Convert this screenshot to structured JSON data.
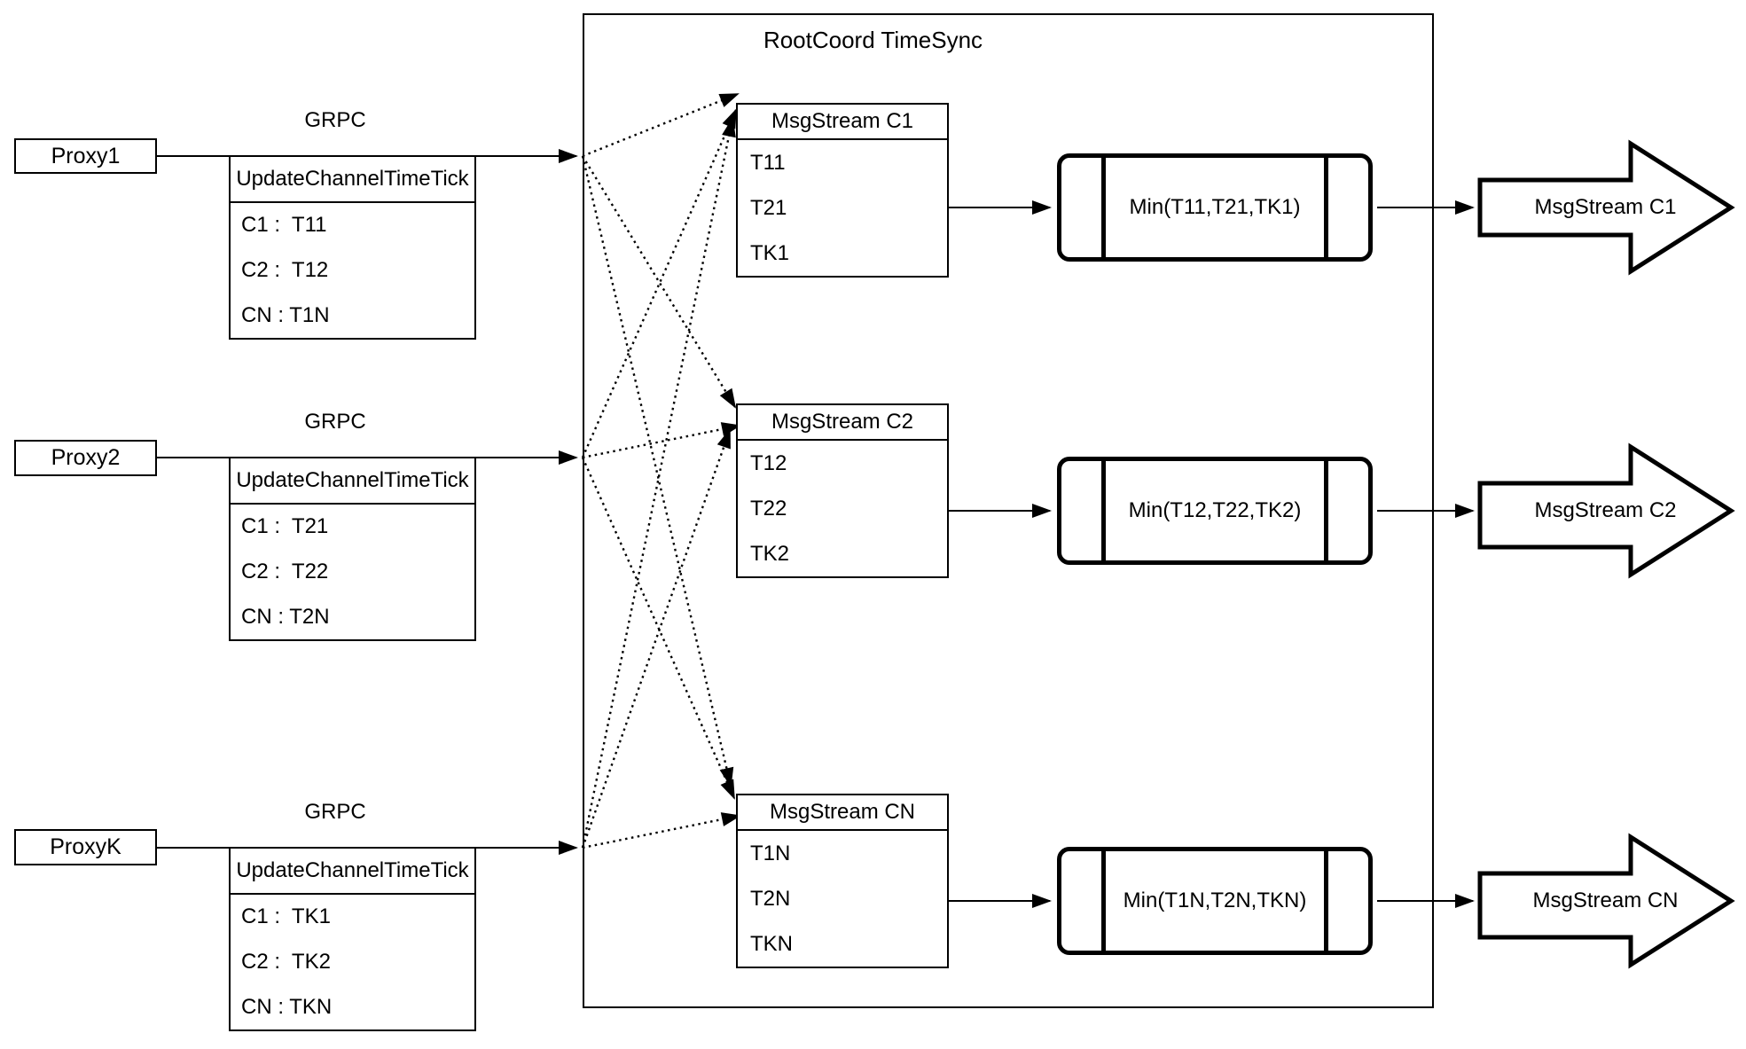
{
  "diagram": {
    "container_title": "RootCoord TimeSync",
    "colors": {
      "background": "#ffffff",
      "stroke": "#000000"
    },
    "rows": [
      {
        "proxy_label": "Proxy1",
        "grpc_label": "GRPC",
        "tick_table": {
          "header": "UpdateChannelTimeTick",
          "rows": [
            "C1 :  T11",
            "C2 :  T12",
            "CN : T1N"
          ]
        },
        "msgstream_table": {
          "header": "MsgStream C1",
          "rows": [
            "T11",
            "T21",
            "TK1"
          ]
        },
        "min_label": "Min(T11,T21,TK1)",
        "output_label": "MsgStream C1"
      },
      {
        "proxy_label": "Proxy2",
        "grpc_label": "GRPC",
        "tick_table": {
          "header": "UpdateChannelTimeTick",
          "rows": [
            "C1 :  T21",
            "C2 :  T22",
            "CN : T2N"
          ]
        },
        "msgstream_table": {
          "header": "MsgStream C2",
          "rows": [
            "T12",
            "T22",
            "TK2"
          ]
        },
        "min_label": "Min(T12,T22,TK2)",
        "output_label": "MsgStream C2"
      },
      {
        "proxy_label": "ProxyK",
        "grpc_label": "GRPC",
        "tick_table": {
          "header": "UpdateChannelTimeTick",
          "rows": [
            "C1 :  TK1",
            "C2 :  TK2",
            "CN : TKN"
          ]
        },
        "msgstream_table": {
          "header": "MsgStream CN",
          "rows": [
            "T1N",
            "T2N",
            "TKN"
          ]
        },
        "min_label": "Min(T1N,T2N,TKN)",
        "output_label": "MsgStream CN"
      }
    ]
  }
}
